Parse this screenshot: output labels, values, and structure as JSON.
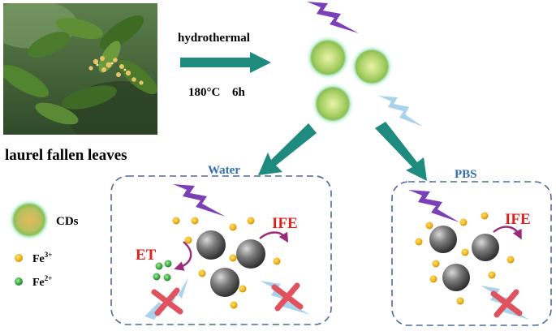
{
  "photo": {
    "caption": "laurel fallen leaves"
  },
  "process": {
    "method": "hydrothermal",
    "temperature": "180°C",
    "duration": "6h"
  },
  "panels": {
    "water": {
      "title": "Water",
      "et_label": "ET",
      "ife_label": "IFE"
    },
    "pbs": {
      "title": "PBS",
      "ife_label": "IFE"
    }
  },
  "legend": {
    "cds": "CDs",
    "fe3_base": "Fe",
    "fe3_sup": "3+",
    "fe2_base": "Fe",
    "fe2_sup": "2+"
  },
  "colors": {
    "arrow_teal": "#1f8a7e",
    "dash_blue": "#4a6a9a",
    "title_blue": "#2f6fb0",
    "label_red": "#e0201c",
    "fe3_gold": "#f2b51a",
    "fe2_green": "#3fb04a",
    "cd_core": "#9cbf56",
    "lightning_purple": "#7b3fb8",
    "lightning_lightblue": "#a9d3ea",
    "cross_red": "#e0525e",
    "curve_magenta": "#9b2a7a"
  },
  "icons": [
    "lightning-bolt-icon",
    "cross-mark-icon",
    "curved-arrow-icon",
    "teal-arrow-icon"
  ]
}
